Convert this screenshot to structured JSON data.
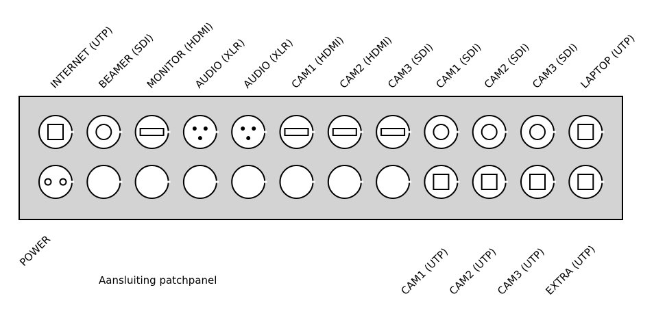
{
  "caption": "Aansluiting patchpanel",
  "top_row": [
    {
      "label": "INTERNET (UTP)",
      "connector": "utp"
    },
    {
      "label": "BEAMER (SDI)",
      "connector": "sdi"
    },
    {
      "label": "MONITOR (HDMI)",
      "connector": "hdmi"
    },
    {
      "label": "AUDIO (XLR)",
      "connector": "xlr"
    },
    {
      "label": "AUDIO (XLR)",
      "connector": "xlr"
    },
    {
      "label": "CAM1 (HDMI)",
      "connector": "hdmi"
    },
    {
      "label": "CAM2 (HDMI)",
      "connector": "hdmi"
    },
    {
      "label": "CAM3 (SDI)",
      "connector": "hdmi"
    },
    {
      "label": "CAM1 (SDI)",
      "connector": "sdi"
    },
    {
      "label": "CAM2 (SDI)",
      "connector": "sdi"
    },
    {
      "label": "CAM3 (SDI)",
      "connector": "sdi"
    },
    {
      "label": "LAPTOP (UTP)",
      "connector": "utp"
    }
  ],
  "bottom_row": [
    {
      "label": "POWER",
      "connector": "power"
    },
    {
      "label": "",
      "connector": "blank"
    },
    {
      "label": "",
      "connector": "blank"
    },
    {
      "label": "",
      "connector": "blank"
    },
    {
      "label": "",
      "connector": "blank"
    },
    {
      "label": "",
      "connector": "blank"
    },
    {
      "label": "",
      "connector": "blank"
    },
    {
      "label": "",
      "connector": "blank"
    },
    {
      "label": "CAM1 (UTP)",
      "connector": "utp"
    },
    {
      "label": "CAM2 (UTP)",
      "connector": "utp"
    },
    {
      "label": "CAM3 (UTP)",
      "connector": "utp"
    },
    {
      "label": "EXTRA (UTP)",
      "connector": "utp"
    }
  ],
  "colors": {
    "panel_fill": "#d3d3d3",
    "stroke": "#000000",
    "connector_fill": "#ffffff"
  }
}
